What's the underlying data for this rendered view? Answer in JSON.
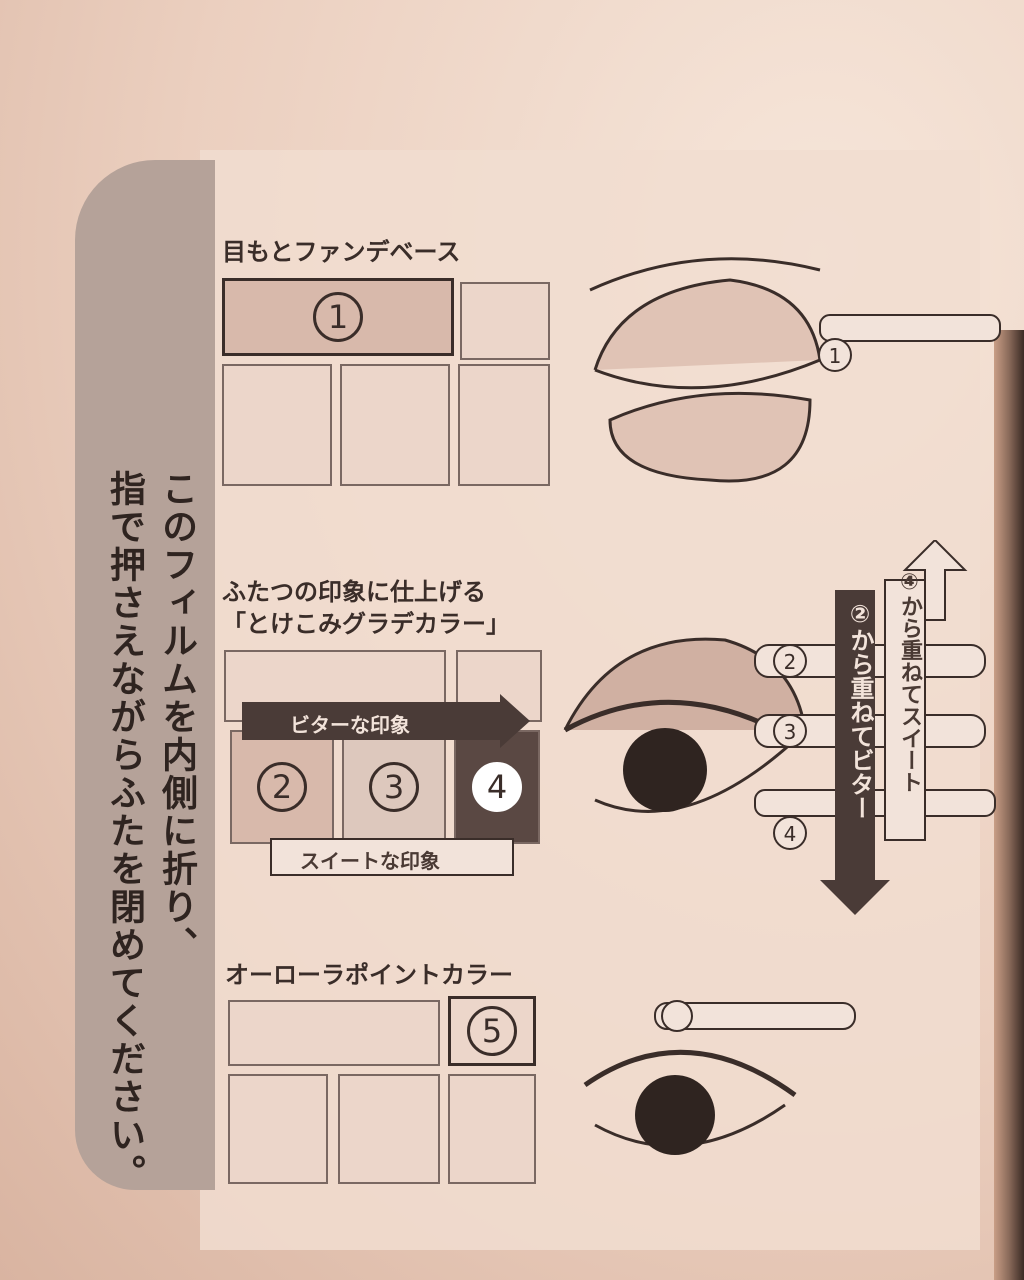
{
  "side_note": {
    "line1": "このフィルムを内側に折り、",
    "line2": "指で押さえながらふたを閉めてください。"
  },
  "section1": {
    "title": "目もとファンデベース",
    "marker": "1"
  },
  "section2": {
    "title_line1": "ふたつの印象に仕上げる",
    "title_line2": "「とけこみグラデカラー」",
    "markers": [
      "2",
      "3",
      "4"
    ],
    "bitter_arrow": "ビターな印象",
    "sweet_arrow": "スイートな印象",
    "sweet_vertical": "④から重ねてスイート",
    "bitter_vertical": "②から重ねてビター",
    "tool_markers": [
      "2",
      "3",
      "4"
    ]
  },
  "section3": {
    "title": "オーローラポイントカラー",
    "marker": "5"
  },
  "colors": {
    "dark": "#4a3b37",
    "cell": "#ecd6ca",
    "tab": "#b5a299"
  }
}
